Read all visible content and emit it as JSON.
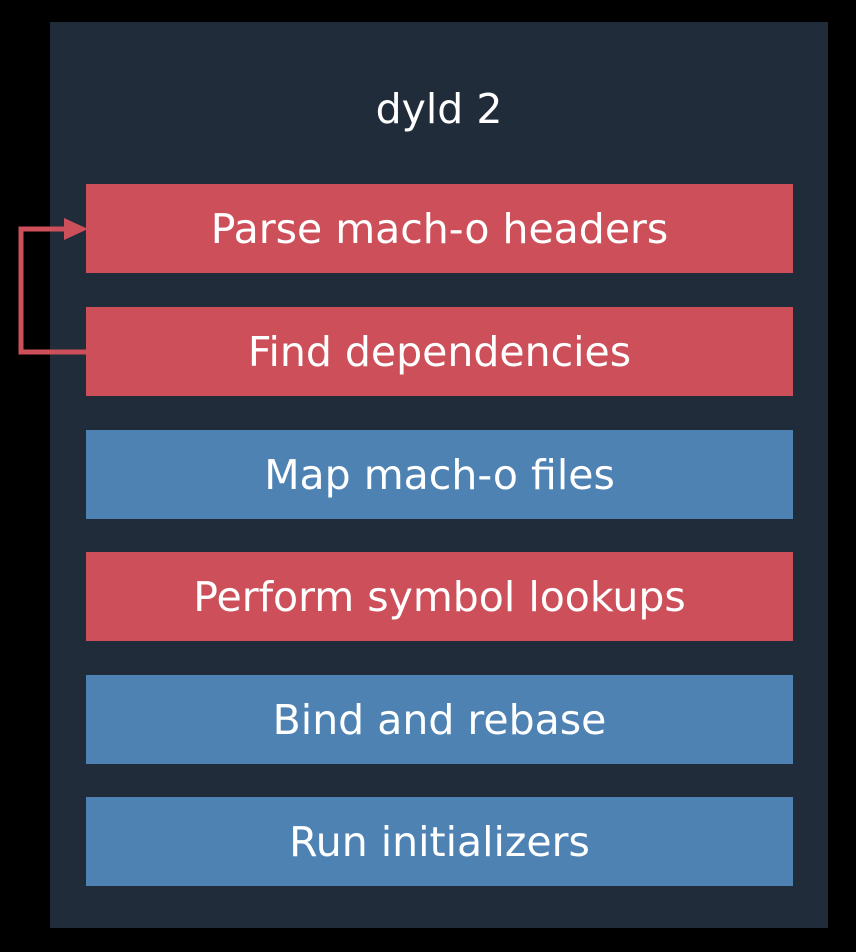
{
  "diagram": {
    "title": "dyld 2",
    "steps": [
      {
        "label": "Parse mach-o headers",
        "color": "#cd4f59"
      },
      {
        "label": "Find dependencies",
        "color": "#cd4f59"
      },
      {
        "label": "Map mach-o files",
        "color": "#4e82b3"
      },
      {
        "label": "Perform symbol lookups",
        "color": "#cd4f59"
      },
      {
        "label": "Bind and rebase",
        "color": "#4e82b3"
      },
      {
        "label": "Run initializers",
        "color": "#4e82b3"
      }
    ],
    "colors": {
      "background": "#000000",
      "panel": "#212c3a",
      "text": "#ffffff",
      "loop_arrow": "#cd4f59"
    }
  }
}
